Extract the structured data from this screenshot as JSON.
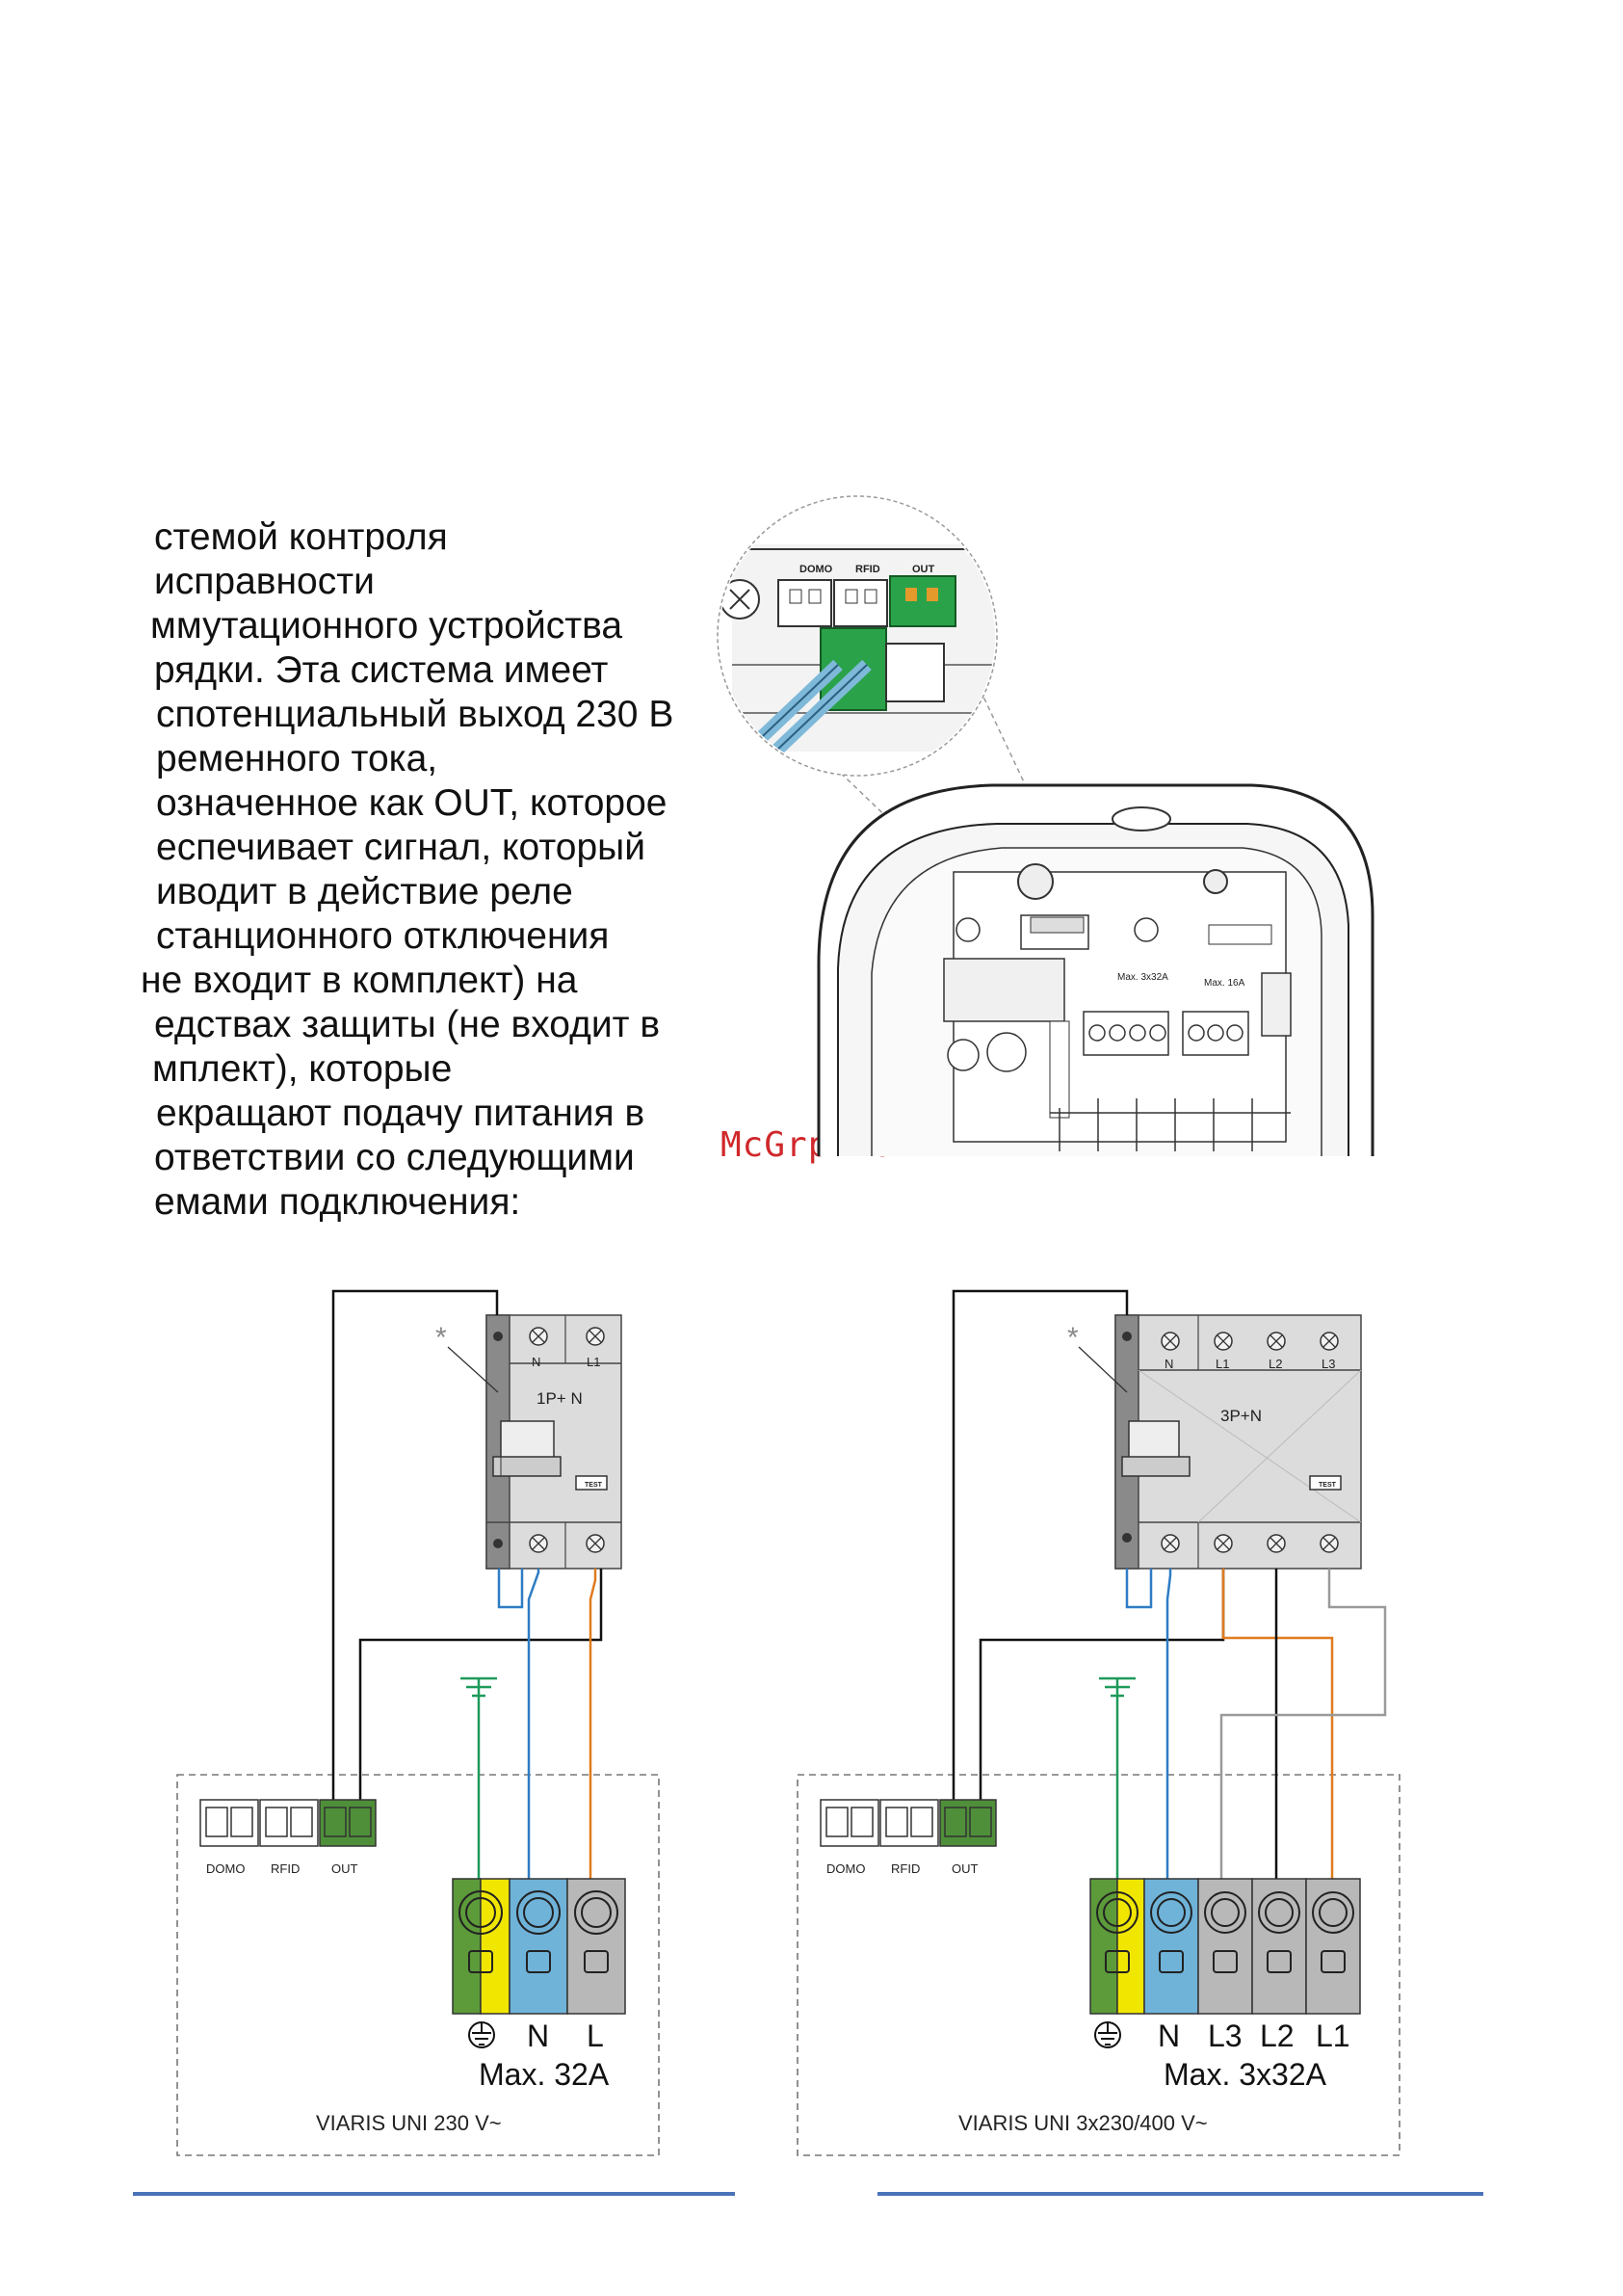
{
  "text_lines": [
    "стемой контроля",
    "исправности",
    "ммутационного устройства",
    "рядки. Эта система имеет",
    "спотенциальный выход 230 В",
    "ременного тока,",
    "означенное как OUT, которое",
    "еспечивает сигнал, который",
    "иводит в действие реле",
    "станционного отключения",
    "не входит в комплект) на",
    "едствах защиты (не входит в",
    "мплект), которые",
    "екращают подачу питания в",
    "ответствии со следующими",
    "емами подключения:"
  ],
  "watermark": "McGrp.Ru",
  "photo": {
    "connector_labels": [
      "DOMO",
      "RFID",
      "OUT"
    ],
    "board_labels": [
      "Max. 3x32A",
      "Max. 16A"
    ]
  },
  "diagram_single": {
    "breaker_top_terminals": [
      "N",
      "L1"
    ],
    "breaker_type": "1P+ N",
    "test_label": "TEST",
    "asterisk": "*",
    "connector_labels": [
      "DOMO",
      "RFID",
      "OUT"
    ],
    "terminal_labels": [
      "N",
      "L"
    ],
    "max_current": "Max. 32A",
    "model": "VIARIS UNI 230 V~"
  },
  "diagram_three": {
    "breaker_top_terminals": [
      "N",
      "L1",
      "L2",
      "L3"
    ],
    "breaker_type": "3P+N",
    "test_label": "TEST",
    "asterisk": "*",
    "connector_labels": [
      "DOMO",
      "RFID",
      "OUT"
    ],
    "terminal_labels": [
      "N",
      "L3",
      "L2",
      "L1"
    ],
    "max_current": "Max. 3x32A",
    "model": "VIARIS UNI 3x230/400 V~"
  },
  "colors": {
    "wire_neutral": "#2e7cc4",
    "wire_phase": "#e07b1e",
    "wire_earth": "#1e9a5a",
    "wire_control": "#111111",
    "terminal_earth_green": "#5c9a3a",
    "terminal_earth_yellow": "#f1e600",
    "terminal_neutral": "#6fb3d9",
    "terminal_phase": "#b8b8b8",
    "connector_out": "#4f8f3a",
    "footer_line": "#4a73b8"
  }
}
